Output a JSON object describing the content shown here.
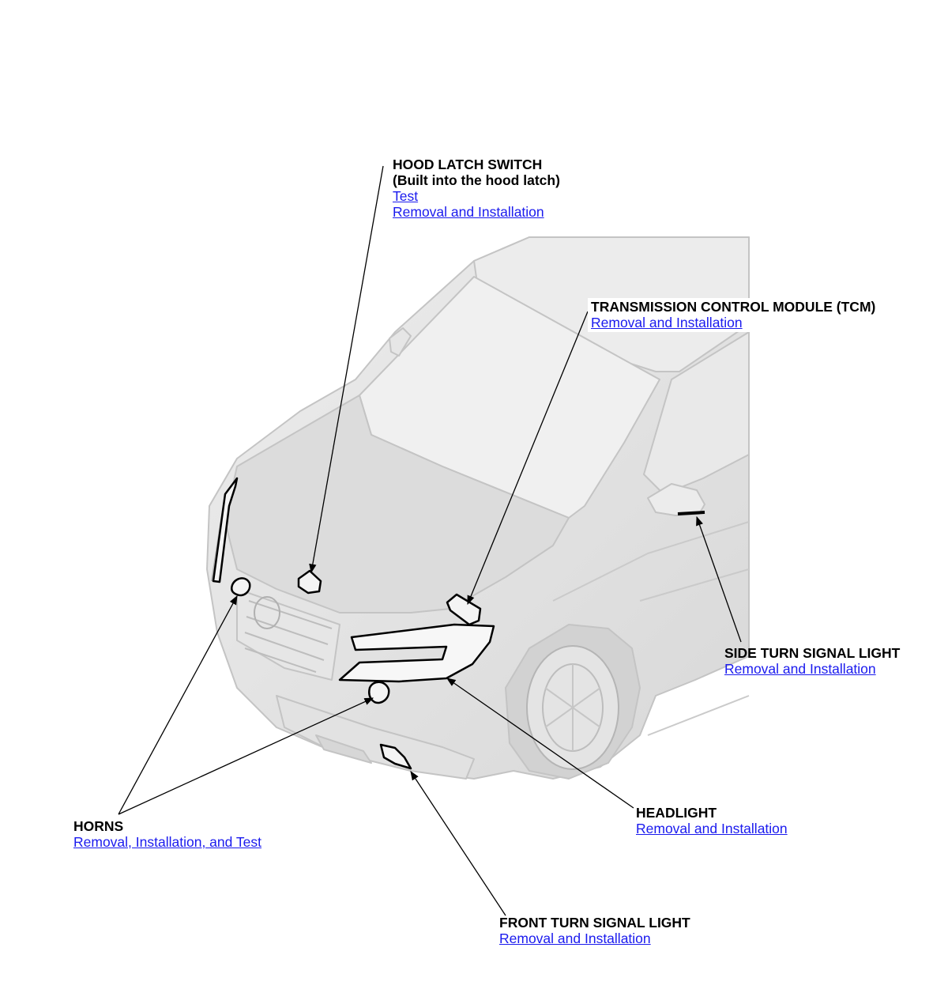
{
  "callouts": {
    "hood_latch_switch": {
      "title": "HOOD LATCH SWITCH",
      "subtitle": "(Built into the hood latch)",
      "links": [
        "Test",
        "Removal and Installation"
      ]
    },
    "tcm": {
      "title": "TRANSMISSION CONTROL MODULE (TCM)",
      "links": [
        "Removal and Installation"
      ]
    },
    "side_turn_signal": {
      "title": "SIDE TURN SIGNAL LIGHT",
      "links": [
        "Removal and Installation"
      ]
    },
    "headlight": {
      "title": "HEADLIGHT",
      "links": [
        "Removal and Installation"
      ]
    },
    "horns": {
      "title": "HORNS",
      "links": [
        "Removal, Installation, and Test"
      ]
    },
    "front_turn_signal": {
      "title": "FRONT TURN SIGNAL LIGHT",
      "links": [
        "Removal and Installation"
      ]
    }
  },
  "colors": {
    "link": "#1a1aee",
    "vehicle_body": "#e4e4e4",
    "vehicle_outline": "#c4c4c4",
    "component_outline": "#000000"
  },
  "icons": {
    "vehicle": "pickup-truck-front-three-quarter-illustration",
    "leader": "arrow-leader-line"
  }
}
